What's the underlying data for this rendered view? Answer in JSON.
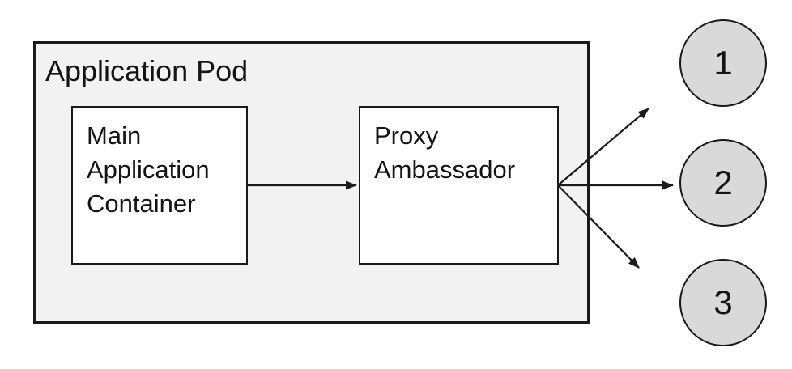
{
  "diagram": {
    "pod_label": "Application Pod",
    "nodes": [
      {
        "id": "main-application-container",
        "label": "Main Application Container"
      },
      {
        "id": "proxy-ambassador",
        "label": "Proxy Ambassador"
      }
    ],
    "endpoints": [
      {
        "id": "endpoint-1",
        "label": "1"
      },
      {
        "id": "endpoint-2",
        "label": "2"
      },
      {
        "id": "endpoint-3",
        "label": "3"
      }
    ],
    "connections": [
      {
        "from": "main-application-container",
        "to": "proxy-ambassador"
      },
      {
        "from": "proxy-ambassador",
        "to": "endpoint-1"
      },
      {
        "from": "proxy-ambassador",
        "to": "endpoint-2"
      },
      {
        "from": "proxy-ambassador",
        "to": "endpoint-3"
      }
    ]
  },
  "colors": {
    "pod_fill": "#f2f2f2",
    "node_fill": "#ffffff",
    "endpoint_fill": "#d9d9d9",
    "stroke": "#1a1a1a"
  }
}
